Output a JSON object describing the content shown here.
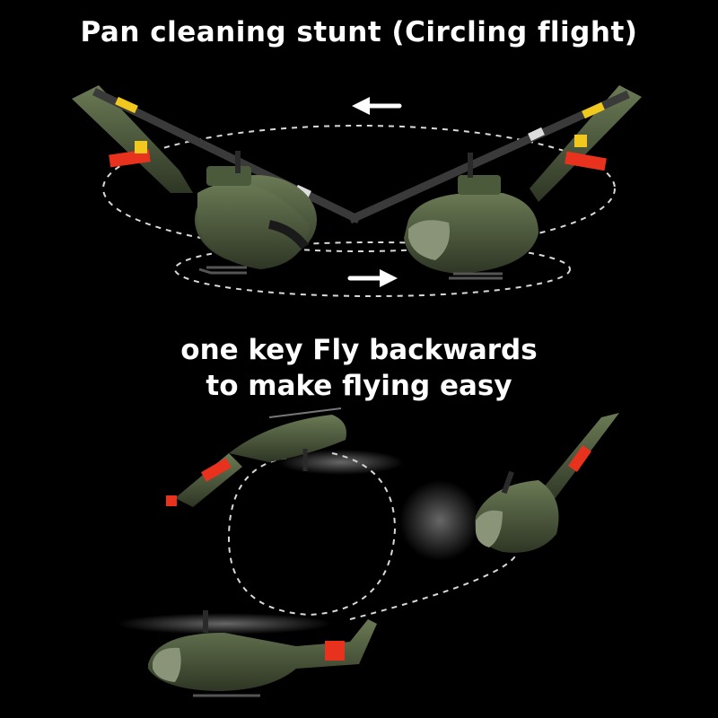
{
  "headline": "Pan cleaning stunt (Circling flight)",
  "caption": {
    "line1": "one key Fly backwards",
    "line2": "to make flying easy"
  },
  "colors": {
    "background": "#000000",
    "text": "#ffffff",
    "fuselage": "#4a5a3a",
    "accent_red": "#e8321e",
    "accent_yellow": "#f0c81e"
  },
  "icons": [
    "arrow-left-icon",
    "arrow-right-icon"
  ]
}
